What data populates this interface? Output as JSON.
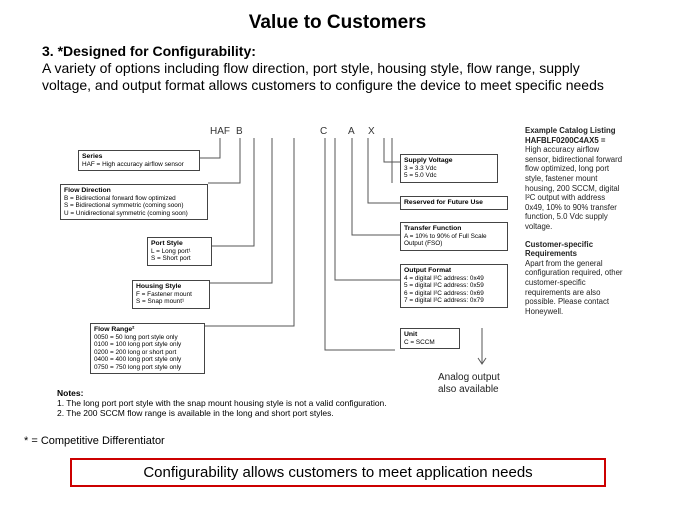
{
  "title": "Value to Customers",
  "subheading": "3. *Designed for Configurability:",
  "intro": "A variety of options including flow direction, port style, housing style, flow range, supply voltage, and output format allows customers to configure the device to meet specific needs",
  "diagram": {
    "codes": [
      "HAF",
      "B",
      "C",
      "A",
      "X"
    ],
    "series": {
      "title": "Series",
      "lines": [
        "HAF = High accuracy airflow sensor"
      ]
    },
    "flow_direction": {
      "title": "Flow Direction",
      "lines": [
        "B = Bidirectional forward flow optimized",
        "S = Bidirectional symmetric (coming soon)",
        "U = Unidirectional symmetric (coming soon)"
      ]
    },
    "port_style": {
      "title": "Port Style",
      "lines": [
        "L = Long port¹",
        "S = Short port"
      ]
    },
    "housing_style": {
      "title": "Housing Style",
      "lines": [
        "F = Fastener mount",
        "S = Snap mount¹"
      ]
    },
    "flow_range": {
      "title": "Flow Range²",
      "lines": [
        "0050 = 50 long port style only",
        "0100 = 100 long port style only",
        "0200 = 200 long or short port",
        "0400 = 400 long port style only",
        "0750 = 750 long port style only"
      ]
    },
    "supply_voltage": {
      "title": "Supply Voltage",
      "lines": [
        "3 = 3.3 Vdc",
        "5 = 5.0 Vdc"
      ]
    },
    "reserved": {
      "title": "Reserved for Future Use"
    },
    "transfer_function": {
      "title": "Transfer Function",
      "lines": [
        "A = 10% to 90% of Full Scale",
        "Output (FSO)"
      ]
    },
    "output_format": {
      "title": "Output Format",
      "lines": [
        "4 = digital I²C address: 0x49",
        "5 = digital I²C address: 0x59",
        "6 = digital I²C address: 0x69",
        "7 = digital I²C address: 0x79"
      ]
    },
    "unit": {
      "title": "Unit",
      "lines": [
        "C = SCCM"
      ]
    },
    "analog_note": [
      "Analog output",
      "also available"
    ],
    "example": {
      "heading": "Example Catalog Listing",
      "code": "HAFBLF0200C4AX5 =",
      "text": "High accuracy airflow sensor, bidirectional forward flow optimized, long port style, fastener mount housing, 200 SCCM, digital I²C output with address 0x49, 10% to 90% transfer function, 5.0 Vdc supply voltage."
    },
    "custom": {
      "heading": "Customer-specific Requirements",
      "text": "Apart from the general configuration required, other customer-specific requirements are also possible. Please contact Honeywell."
    },
    "notes": {
      "heading": "Notes:",
      "items": [
        "1.   The long port port style with the snap mount housing style is not a valid configuration.",
        "2.   The 200 SCCM flow range is available in the long and short port styles."
      ]
    }
  },
  "footnote": "* = Competitive Differentiator",
  "callout": "Configurability allows customers to meet application needs"
}
